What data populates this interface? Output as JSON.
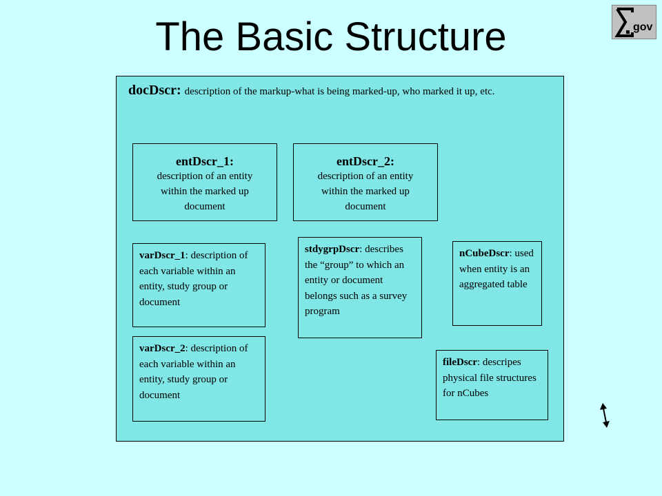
{
  "title": "The Basic Structure",
  "logo": {
    "text": "gov"
  },
  "doc": {
    "term": "docDscr",
    "separator": ": ",
    "description": "description of the markup-what is being marked-up, who marked it up, etc."
  },
  "boxes": {
    "ent1": {
      "term": "entDscr_1:",
      "description": "description of an entity within the marked up document"
    },
    "ent2": {
      "term": "entDscr_2:",
      "description": "description of an entity within the marked up document"
    },
    "var1": {
      "term": "varDscr_1",
      "description": ": description of each variable within an entity, study group or document"
    },
    "var2": {
      "term": "varDscr_2",
      "description": ": description of each variable within an entity, study group or document"
    },
    "stdy": {
      "term": "stdygrpDscr",
      "description": ": describes the “group” to which an entity or document belongs such as a survey  program"
    },
    "ncube": {
      "term": "nCubeDscr",
      "description": ": used when entity is an aggregated table"
    },
    "file": {
      "term": "fileDscr",
      "description": ": descripes physical file structures for nCubes"
    }
  }
}
